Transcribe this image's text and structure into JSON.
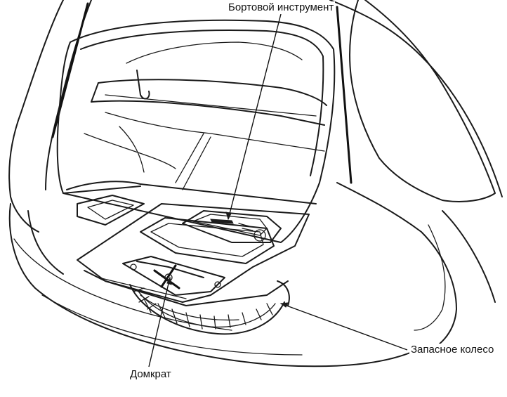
{
  "labels": {
    "tools": "Бортовой инструмент",
    "spare_wheel": "Запасное колесо",
    "jack": "Домкрат"
  },
  "colors": {
    "line": "#1a1a1a",
    "background": "#ffffff"
  }
}
